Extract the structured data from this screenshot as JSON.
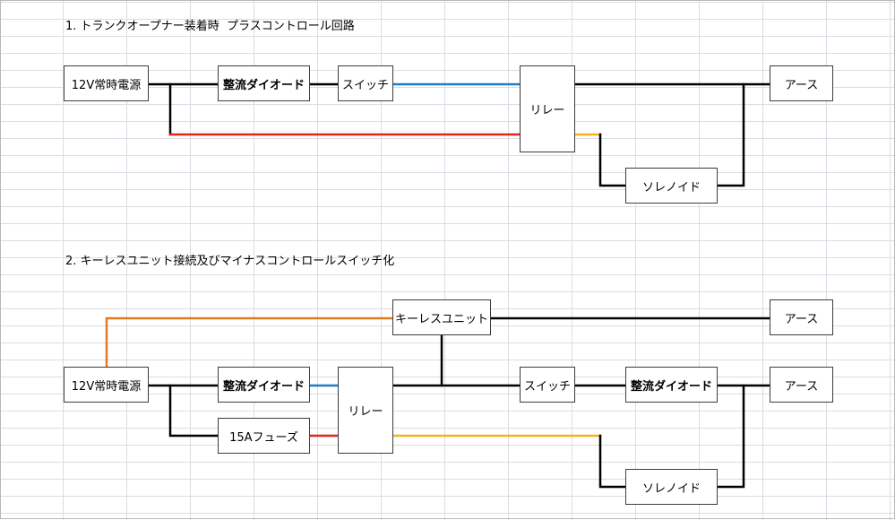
{
  "diagram1": {
    "heading": "1. トランクオープナー装着時  プラスコントロール回路",
    "boxes": {
      "power": "12V常時電源",
      "diode": "整流ダイオード",
      "switch": "スイッチ",
      "relay": "リレー",
      "earth": "アース",
      "solenoid": "ソレノイド"
    }
  },
  "diagram2": {
    "heading": "2. キーレスユニット接続及びマイナスコントロールスイッチ化",
    "boxes": {
      "keyless": "キーレスユニット",
      "earth_top": "アース",
      "power": "12V常時電源",
      "diode": "整流ダイオード",
      "fuse": "15Aフューズ",
      "relay": "リレー",
      "switch": "スイッチ",
      "diode_right": "整流ダイオード",
      "earth_right": "アース",
      "solenoid": "ソレノイド"
    }
  },
  "wire_colors": {
    "black": "#000000",
    "blue": "#1e7bc4",
    "red": "#e0261b",
    "yellow": "#f5b31a",
    "orange": "#e07b24"
  }
}
